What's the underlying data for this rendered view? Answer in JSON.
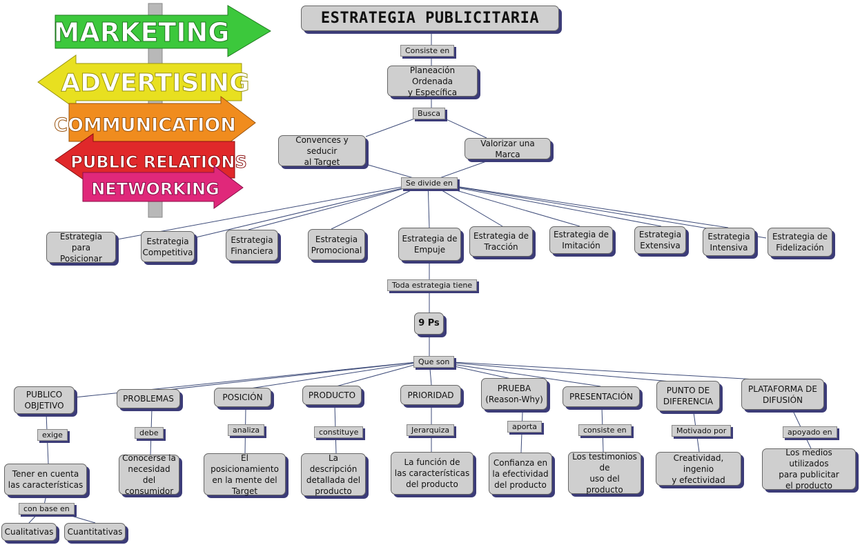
{
  "signs": {
    "marketing": "MARKETING",
    "advertising": "ADVERTISING",
    "communication": "COMMUNICATION",
    "public_relations": "PUBLIC RELATIONS",
    "networking": "NETWORKING"
  },
  "nodes": {
    "title": "ESTRATEGIA PUBLICITARIA",
    "planeacion": "Planeación Ordenada\ny Específica",
    "convencer": "Convences y seducir\nal Target",
    "valorizar": "Valorizar una Marca",
    "e_posicionar": "Estrategia para\nPosicionar",
    "e_competitiva": "Estrategia\nCompetitiva",
    "e_financiera": "Estrategia\nFinanciera",
    "e_promocional": "Estrategia\nPromocional",
    "e_empuje": "Estrategia de\nEmpuje",
    "e_traccion": "Estrategia de\nTracción",
    "e_imitacion": "Estrategia de\nImitación",
    "e_extensiva": "Estrategia\nExtensiva",
    "e_intensiva": "Estrategia\nIntensiva",
    "e_fidelizacion": "Estrategia de\nFidelización",
    "nueve_ps": "9 Ps",
    "publico": "PUBLICO\nOBJETIVO",
    "problemas": "PROBLEMAS",
    "posicion": "POSICIÓN",
    "producto": "PRODUCTO",
    "prioridad": "PRIORIDAD",
    "prueba": "PRUEBA\n(Reason-Why)",
    "presentacion": "PRESENTACIÓN",
    "punto": "PUNTO DE\nDIFERENCIA",
    "plataforma": "PLATAFORMA DE\nDIFUSIÓN",
    "tener": "Tener en cuenta\nlas características",
    "conocerse": "Conocerse la\nnecesidad del\nconsumidor",
    "posicionamiento": "El posicionamiento\nen la mente del\nTarget",
    "descripcion": "La descripción\ndetallada del\nproducto",
    "funcion": "La función de\nlas características\ndel producto",
    "confianza": "Confianza en\nla efectividad\ndel producto",
    "testimonios": "Los testimonios\nde\nuso del producto",
    "creatividad": "Creatividad, ingenio\ny efectividad",
    "medios": "Los medios utilizados\npara publicitar\nel producto",
    "cualitativas": "Cualitativas",
    "cuantitativas": "Cuantitativas"
  },
  "links": {
    "consiste_en": "Consiste en",
    "busca": "Busca",
    "se_divide_en": "Se divide en",
    "toda_estrategia": "Toda estrategia tiene",
    "que_son": "Que son",
    "exige": "exige",
    "debe": "debe",
    "analiza": "analiza",
    "constituye": "constituye",
    "jerarquiza": "Jerarquiza",
    "aporta": "aporta",
    "consiste_en_2": "consiste en",
    "motivado_por": "Motivado por",
    "apoyado_en": "apoyado en",
    "con_base_en": "con base en"
  },
  "colors": {
    "node_fill": "#cfcfcf",
    "shadow": "#3c3c78",
    "line": "#3c4a78",
    "marketing": "#3cc83c",
    "advertising": "#e8e020",
    "communication": "#f08c1e",
    "public_relations": "#e0282a",
    "networking": "#e0287a"
  }
}
